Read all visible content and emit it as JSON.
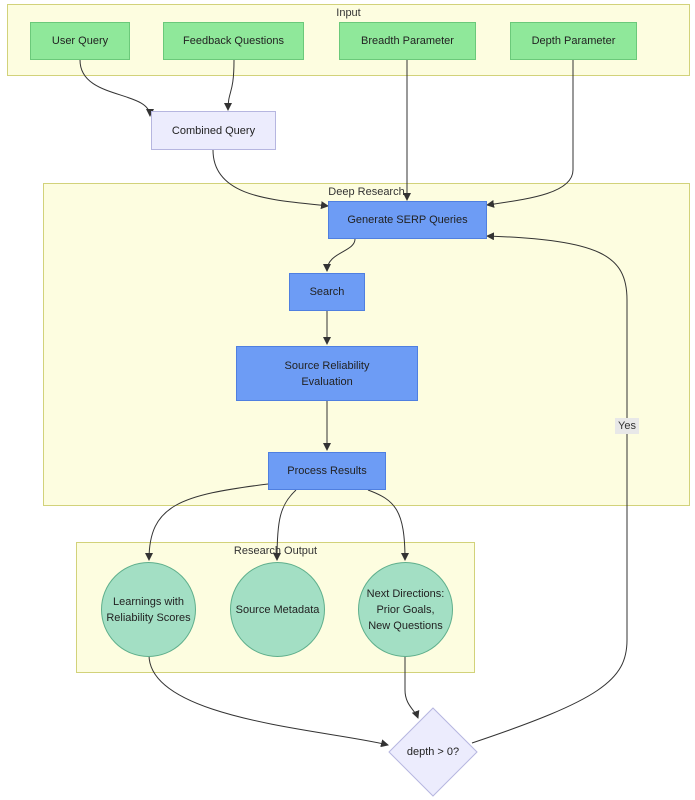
{
  "clusters": {
    "input": "Input",
    "deep_research": "Deep Research",
    "research_output": "Research Output"
  },
  "nodes": {
    "user_query": "User Query",
    "feedback_questions": "Feedback Questions",
    "breadth_parameter": "Breadth Parameter",
    "depth_parameter": "Depth Parameter",
    "combined_query": "Combined Query",
    "generate_serp": "Generate SERP Queries",
    "search": "Search",
    "source_reliability_1": "Source Reliability",
    "source_reliability_2": "Evaluation",
    "process_results": "Process Results",
    "learnings_1": "Learnings with",
    "learnings_2": "Reliability Scores",
    "source_metadata": "Source Metadata",
    "next_directions_1": "Next Directions:",
    "next_directions_2": "Prior Goals,",
    "next_directions_3": "New Questions",
    "depth_check": "depth > 0?"
  },
  "edge_labels": {
    "yes": "Yes"
  },
  "colors": {
    "cluster_fill": "#fdfde0",
    "input_node": "#8fe89a",
    "combined_node": "#ececfd",
    "process_node": "#6d9cf5",
    "output_node": "#a3dfc4",
    "edge": "#333333"
  }
}
